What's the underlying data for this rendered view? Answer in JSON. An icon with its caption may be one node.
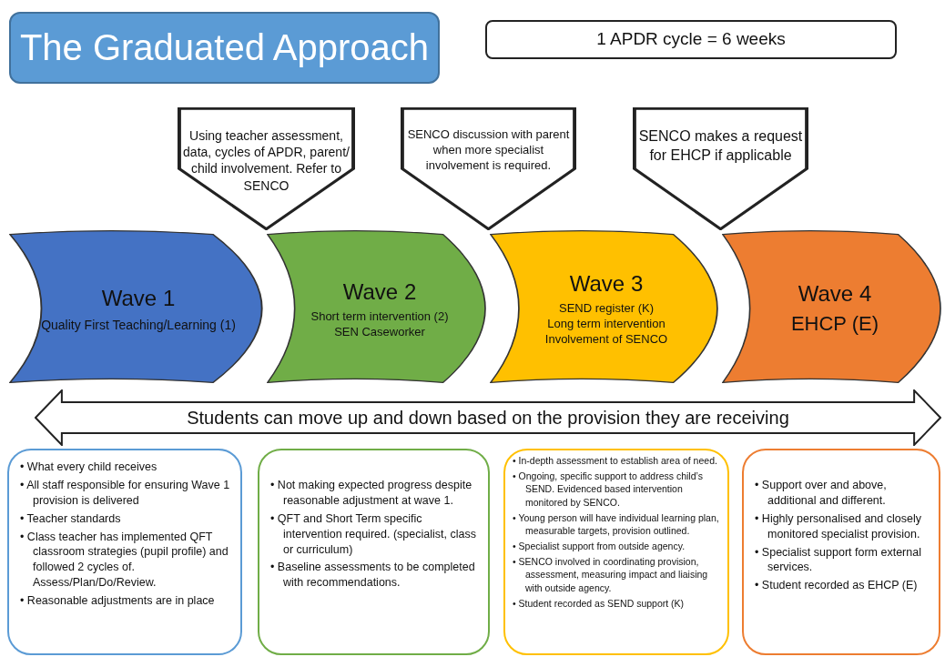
{
  "diagram": {
    "title": "The Graduated Approach",
    "nodes": [
      {
        "text": [
          "1 APDR cycle = 6 weeks"
        ]
      },
      {
        "text": [
          "Using teacher assessment, data, cycles of APDR, parent/ child involvement. Refer to SENCO"
        ]
      },
      {
        "text": [
          "SENCO discussion with parent when more specialist involvement is required."
        ]
      },
      {
        "text": [
          "SENCO makes a request for EHCP if applicable"
        ]
      },
      {
        "text": [
          "Wave 1",
          "Quality First Teaching/Learning (1)"
        ]
      },
      {
        "text": [
          "Wave 2",
          "Short term intervention (2)",
          "SEN Caseworker"
        ]
      },
      {
        "text": [
          "Wave 3",
          "SEND register (K)",
          "Long term intervention",
          "Involvement of SENCO"
        ]
      },
      {
        "text": [
          "Wave 4",
          "EHCP (E)"
        ]
      },
      {
        "text": [
          "Students can move up and down based on the provision they are receiving"
        ]
      },
      {
        "text": [
          "• What every child receives",
          "• All staff responsible for ensuring Wave 1 provision is delivered",
          "• Teacher standards",
          "• Class teacher has implemented QFT classroom  strategies (pupil profile) and followed 2 cycles of. Assess/Plan/Do/Review.",
          "• Reasonable adjustments are in place"
        ]
      },
      {
        "text": [
          "• Not making expected progress despite reasonable adjustment at wave 1.",
          "• QFT and Short Term specific intervention required. (specialist, class or curriculum)",
          "• Baseline assessments to be completed with recommendations."
        ]
      },
      {
        "text": [
          "• In-depth assessment to establish area of need.",
          "• Ongoing, specific support to address child’s SEND.  Evidenced based intervention monitored by SENCO.",
          "• Young person will have individual learning  plan, measurable targets, provision outlined.",
          "• Specialist support from outside agency.",
          "• SENCO involved in coordinating provision, assessment, measuring impact and liaising with outside agency.",
          "• Student recorded as SEND support (K)"
        ]
      },
      {
        "text": [
          "• Support over and above, additional and different.",
          "• Highly personalised and closely monitored specialist provision.",
          "• Specialist support form external services.",
          "• Student recorded as EHCP (E)"
        ]
      }
    ]
  }
}
